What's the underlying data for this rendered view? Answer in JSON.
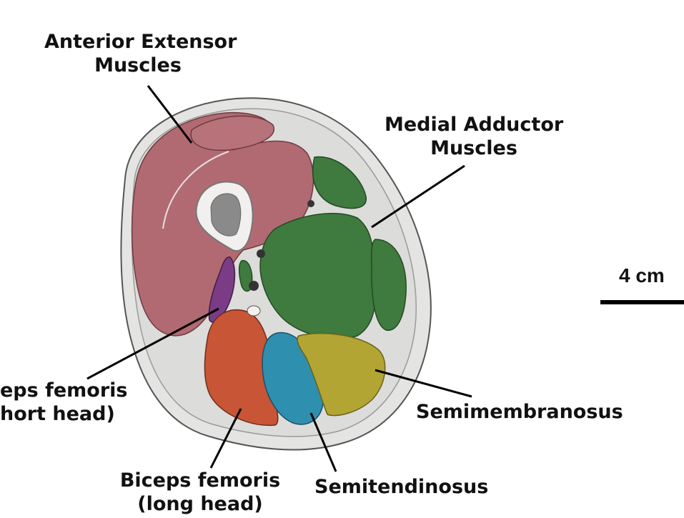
{
  "labels": {
    "anterior": {
      "line1": "Anterior Extensor",
      "line2": "Muscles"
    },
    "medial": {
      "line1": "Medial Adductor",
      "line2": "Muscles"
    },
    "biceps_short": {
      "line1": "eps femoris",
      "line2": "hort head)"
    },
    "biceps_long": {
      "line1": "Biceps femoris",
      "line2": "(long head)"
    },
    "semimembranosus": "Semimembranosus",
    "semitendinosus": "Semitendinosus"
  },
  "scale_bar": {
    "label": "4 cm"
  },
  "colors": {
    "skin": "#e4e4e2",
    "anterior_extensor": "#b26a72",
    "medial_adductor": "#3f7a3e",
    "biceps_short_head": "#7b3c86",
    "biceps_long_head": "#c85536",
    "semitendinosus": "#2f8fae",
    "semimembranosus": "#b3a534",
    "bone": "#f2f0ee",
    "marrow": "#8a8a8a"
  }
}
